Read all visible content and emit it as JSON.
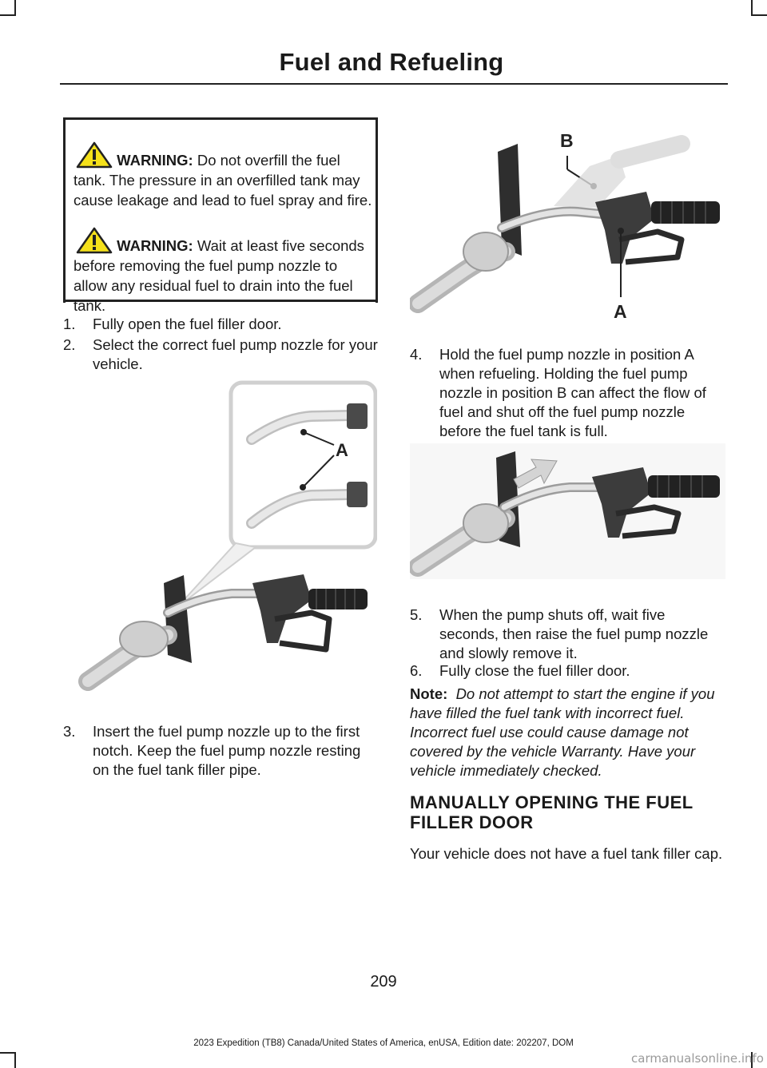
{
  "header": {
    "title": "Fuel and Refueling"
  },
  "warnings": [
    {
      "label": "WARNING:",
      "text": "Do not overfill the fuel tank. The pressure in an overfilled tank may cause leakage and lead to fuel spray and fire."
    },
    {
      "label": "WARNING:",
      "text": "Wait at least five seconds before removing the fuel pump nozzle to allow any residual fuel to drain into the fuel tank."
    }
  ],
  "steps": [
    {
      "num": "1.",
      "text": "Fully open the fuel filler door."
    },
    {
      "num": "2.",
      "text": "Select the correct fuel pump nozzle for your vehicle."
    },
    {
      "num": "3.",
      "text": "Insert the fuel pump nozzle up to the first notch.  Keep the fuel pump nozzle resting on the fuel tank filler pipe."
    },
    {
      "num": "4.",
      "text": "Hold the fuel pump nozzle in position A when refueling.  Holding the fuel pump nozzle in position B can affect the flow of fuel and shut off the fuel pump nozzle before the fuel tank is full."
    },
    {
      "num": "5.",
      "text": "When the pump shuts off, wait five seconds, then raise the fuel pump nozzle and slowly remove it."
    },
    {
      "num": "6.",
      "text": "Fully close the fuel filler door."
    }
  ],
  "note": {
    "label": "Note:",
    "text": "Do not attempt to start the engine if you have filled the fuel tank with incorrect fuel.  Incorrect fuel use could cause damage not covered by the vehicle Warranty.  Have your vehicle immediately checked."
  },
  "section": {
    "heading": "MANUALLY OPENING THE FUEL FILLER DOOR"
  },
  "paragraph": "Your vehicle does not have a fuel tank filler cap.",
  "figures": {
    "fig1_label": "A",
    "fig2_label_a": "A",
    "fig2_label_b": "B"
  },
  "page_number": "209",
  "footer": "2023 Expedition (TB8) Canada/United States of America, enUSA, Edition date: 202207, DOM",
  "watermark": "carmanualsonline.info"
}
